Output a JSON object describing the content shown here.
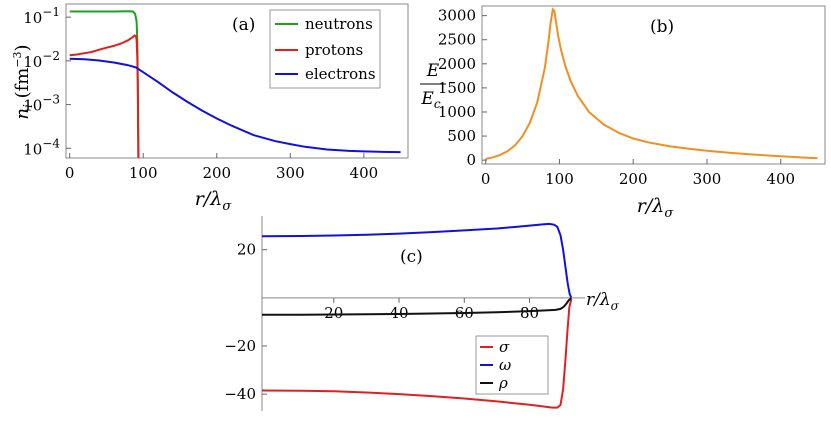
{
  "chart_data": [
    {
      "type": "line",
      "panel_label": "(a)",
      "y_scale": "log",
      "xlabel": "r/λ_σ",
      "ylabel": "n_i (fm^-3)",
      "xlim": [
        -5,
        460
      ],
      "ylim": [
        6e-05,
        0.2
      ],
      "x_ticks": [
        0,
        100,
        200,
        300,
        400
      ],
      "x_tick_labels": [
        "0",
        "100",
        "200",
        "300",
        "400"
      ],
      "y_ticks": [
        0.0001,
        0.001,
        0.01,
        0.1
      ],
      "y_tick_labels": [
        "10^-4",
        "10^-3",
        "10^-2",
        "10^-1"
      ],
      "legend_position": "top-right",
      "series": [
        {
          "name": "neutrons",
          "color": "#1fa01f",
          "x": [
            0,
            20,
            40,
            60,
            80,
            86,
            89,
            91,
            92,
            92.6,
            93,
            93.3
          ],
          "y": [
            0.135,
            0.135,
            0.135,
            0.135,
            0.136,
            0.135,
            0.12,
            0.08,
            0.03,
            0.003,
            0.0003,
            6e-05
          ]
        },
        {
          "name": "protons",
          "color": "#e02020",
          "x": [
            0,
            10,
            20,
            30,
            40,
            50,
            60,
            70,
            80,
            85,
            88,
            90,
            91,
            92,
            92.7,
            93.2,
            93.6
          ],
          "y": [
            0.0135,
            0.014,
            0.015,
            0.016,
            0.018,
            0.02,
            0.022,
            0.025,
            0.03,
            0.034,
            0.038,
            0.037,
            0.03,
            0.012,
            0.002,
            0.0003,
            6e-05
          ]
        },
        {
          "name": "electrons",
          "color": "#1010e0",
          "x": [
            0,
            20,
            40,
            60,
            80,
            90,
            100,
            120,
            140,
            160,
            180,
            200,
            220,
            250,
            280,
            300,
            320,
            350,
            380,
            400,
            420,
            450
          ],
          "y": [
            0.0112,
            0.0109,
            0.0102,
            0.0092,
            0.0079,
            0.0071,
            0.0055,
            0.0033,
            0.0019,
            0.00115,
            0.00073,
            0.00048,
            0.00033,
            0.0002,
            0.000145,
            0.000125,
            0.000108,
            9.4e-05,
            8.7e-05,
            8.5e-05,
            8.3e-05,
            8.2e-05
          ]
        }
      ],
      "legend_names": [
        "neutrons",
        "protons",
        "electrons"
      ]
    },
    {
      "type": "line",
      "panel_label": "(b)",
      "xlabel": "r/λ_σ",
      "ylabel": "E/E_c",
      "xlim": [
        -5,
        460
      ],
      "ylim": [
        -80,
        3200
      ],
      "x_ticks": [
        0,
        100,
        200,
        300,
        400
      ],
      "x_tick_labels": [
        "0",
        "100",
        "200",
        "300",
        "400"
      ],
      "y_ticks": [
        0,
        500,
        1000,
        1500,
        2000,
        2500,
        3000
      ],
      "y_tick_labels": [
        "0",
        "500",
        "1000",
        "1500",
        "2000",
        "2500",
        "3000"
      ],
      "series": [
        {
          "color": "#f09020",
          "x": [
            0,
            10,
            20,
            30,
            40,
            50,
            60,
            70,
            80,
            85,
            88,
            91,
            93,
            95,
            98,
            102,
            108,
            115,
            125,
            140,
            160,
            180,
            200,
            220,
            250,
            280,
            300,
            330,
            360,
            400,
            430,
            450
          ],
          "y": [
            25,
            60,
            110,
            190,
            310,
            500,
            780,
            1200,
            1900,
            2450,
            2850,
            3130,
            3100,
            2900,
            2600,
            2300,
            1950,
            1650,
            1330,
            1000,
            740,
            570,
            450,
            370,
            285,
            230,
            195,
            155,
            120,
            80,
            55,
            40
          ]
        }
      ]
    },
    {
      "type": "line",
      "panel_label": "(c)",
      "xlabel": "r/λ_σ",
      "ylabel": "",
      "xlim": [
        -2,
        97
      ],
      "ylim": [
        -47,
        34
      ],
      "x_ticks": [
        20,
        40,
        60,
        80
      ],
      "x_tick_labels": [
        "20",
        "40",
        "60",
        "80"
      ],
      "y_ticks": [
        -40,
        -20,
        20
      ],
      "y_tick_labels": [
        "−40",
        "−20",
        "20"
      ],
      "legend_position": "bottom-right",
      "series": [
        {
          "name": "σ",
          "color": "#e02020",
          "x": [
            -2,
            10,
            20,
            30,
            40,
            50,
            60,
            70,
            75,
            80,
            84,
            87,
            88.5,
            89.5,
            90.3,
            91,
            91.6,
            92.2,
            92.8
          ],
          "y": [
            -38.5,
            -38.6,
            -38.8,
            -39.3,
            -40,
            -40.8,
            -41.8,
            -43,
            -43.7,
            -44.4,
            -45.1,
            -45.6,
            -45.6,
            -44.5,
            -38,
            -26,
            -14,
            -4,
            -0.5
          ]
        },
        {
          "name": "ω",
          "color": "#1010e0",
          "x": [
            -2,
            10,
            20,
            30,
            40,
            50,
            60,
            70,
            75,
            80,
            84,
            86,
            87.5,
            88.5,
            89.5,
            90.3,
            91,
            91.7,
            92.3,
            92.8
          ],
          "y": [
            25.6,
            25.7,
            25.9,
            26.2,
            26.7,
            27.3,
            28,
            28.8,
            29.4,
            30,
            30.5,
            30.7,
            30.4,
            29.5,
            26,
            20,
            13,
            6,
            1.5,
            0.2
          ]
        },
        {
          "name": "ρ",
          "color": "#111111",
          "x": [
            -2,
            10,
            20,
            30,
            40,
            50,
            60,
            70,
            80,
            85,
            88,
            89.5,
            90.5,
            91.3,
            92,
            92.8
          ],
          "y": [
            -7,
            -7,
            -6.9,
            -6.8,
            -6.7,
            -6.5,
            -6.3,
            -6,
            -5.5,
            -5.2,
            -5,
            -4.6,
            -3.7,
            -2.4,
            -1,
            -0.1
          ]
        }
      ],
      "legend_names": [
        "σ",
        "ω",
        "ρ"
      ]
    }
  ]
}
